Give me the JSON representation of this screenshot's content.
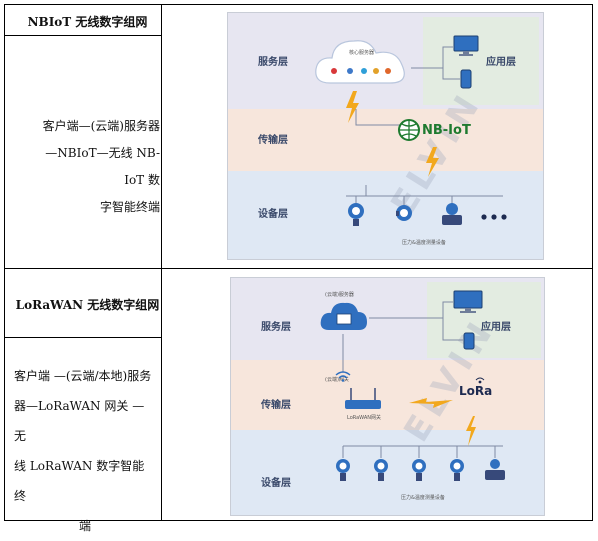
{
  "rows": [
    {
      "title": "NBIoT 无线数字组网",
      "description_lines": [
        "客户端—(云端)服务器",
        "—NBIoT—无线 NB-IoT 数",
        "字智能终端"
      ],
      "diagram": {
        "layers": [
          "服务层",
          "应用层",
          "传输层",
          "设备层"
        ],
        "cloud_label": "核心服务器",
        "network_label": "NB-IoT",
        "devices_caption": "压力&温度测量设备",
        "watermark": "ELVIN"
      }
    },
    {
      "title": "LoRaWAN 无线数字组网",
      "description_lines": [
        "客户端 —(云端/本地)服务",
        "器—LoRaWAN 网关 —无",
        "线 LoRaWAN 数字智能终",
        "端"
      ],
      "diagram": {
        "layers": [
          "服务层",
          "应用层",
          "传输层",
          "设备层"
        ],
        "server_label": "(云端)服务器",
        "gateway_top_label": "(云端)网关",
        "gateway_label": "LoRaWAN网关",
        "network_label": "LoRa",
        "devices_caption": "压力&温度测量设备",
        "watermark": "ELVIN"
      }
    }
  ]
}
